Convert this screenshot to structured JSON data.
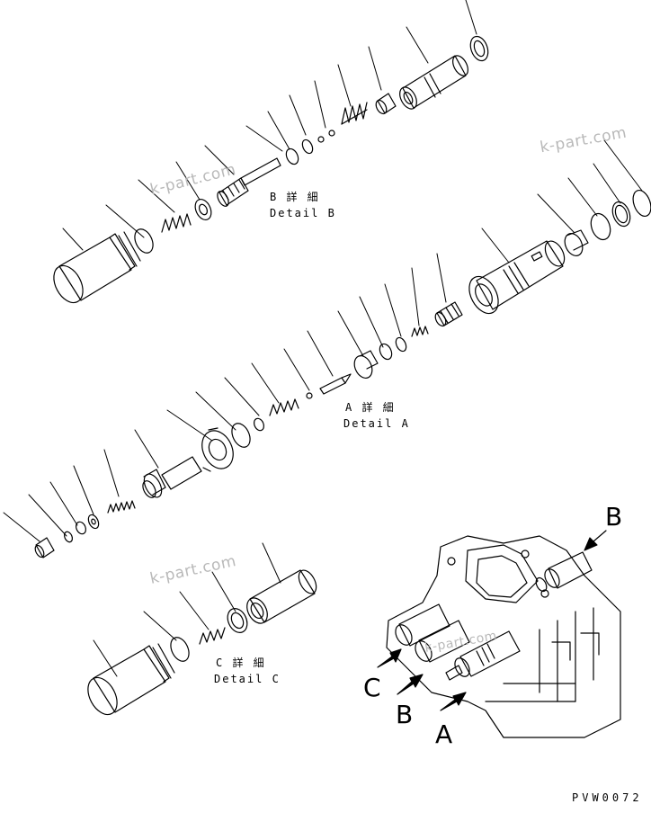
{
  "details": {
    "b": {
      "title": "B 詳 細",
      "subtitle": "Detail B"
    },
    "a": {
      "title": "A 詳 細",
      "subtitle": "Detail A"
    },
    "c": {
      "title": "C 詳 細",
      "subtitle": "Detail C"
    }
  },
  "callouts": {
    "b": "B",
    "c": "C",
    "b2": "B",
    "a": "A"
  },
  "watermark": "k-part.com",
  "drawing_code": "PVW0072",
  "colors": {
    "line": "#000000",
    "watermark": "#b9b9b9",
    "background": "#ffffff"
  }
}
